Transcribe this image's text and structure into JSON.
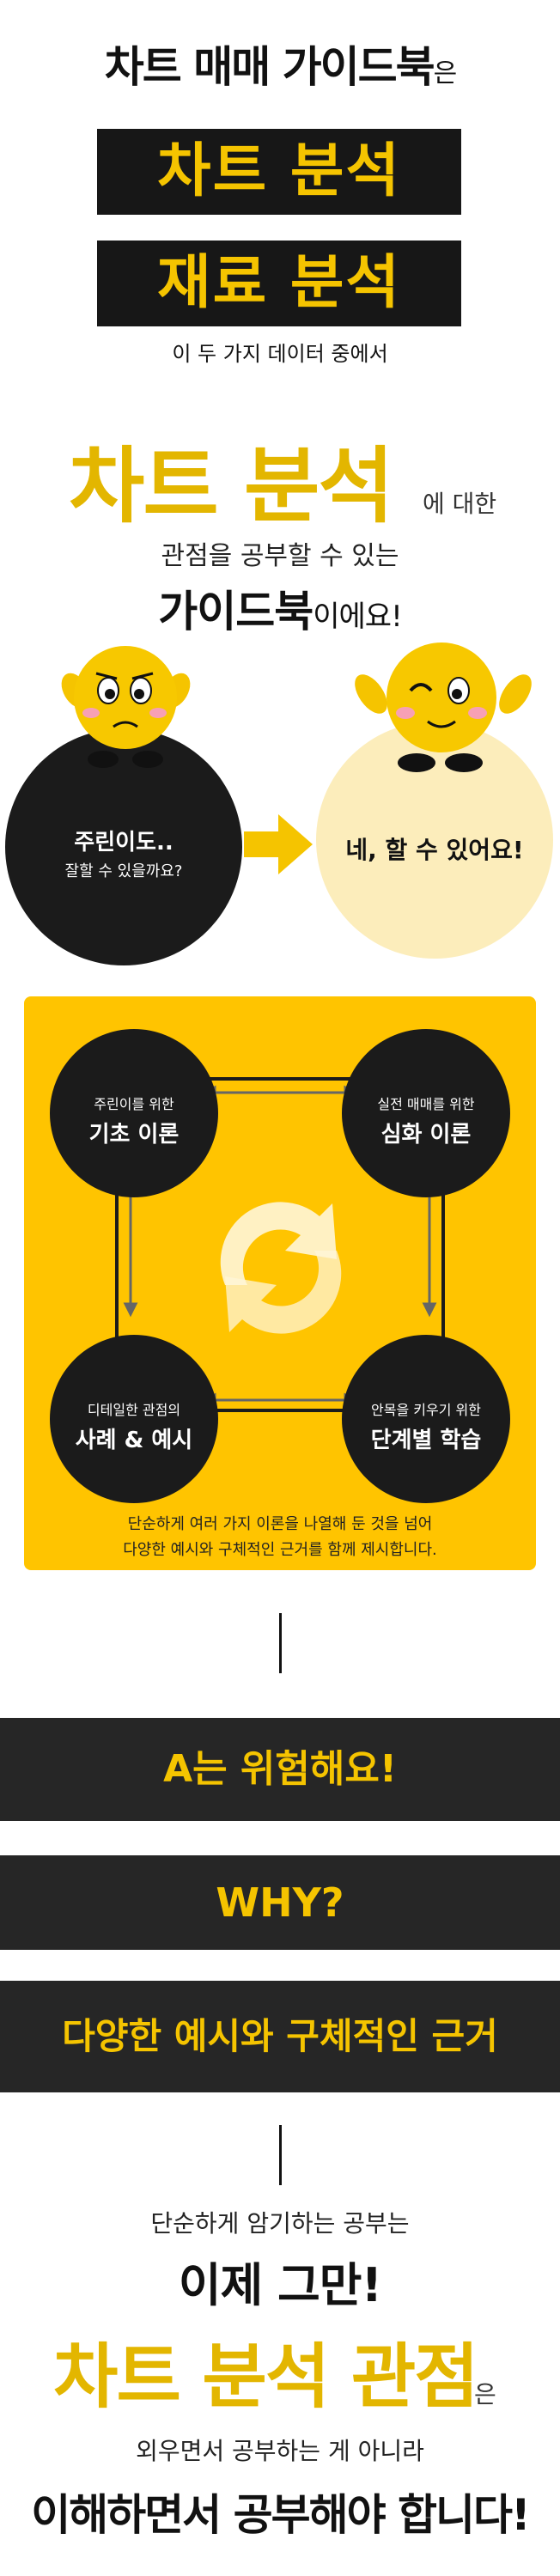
{
  "header": {
    "title_main": "차트 매매 가이드북",
    "title_suffix": "은",
    "box1": "차트 분석",
    "box2": "재료 분석",
    "subtitle": "이 두 가지 데이터 중에서"
  },
  "intro": {
    "big": "차트 분석",
    "big_suffix": "에 대한",
    "line2": "관점을 공부할 수 있는",
    "line3_main": "가이드북",
    "line3_suffix": "이에요!"
  },
  "characters": {
    "left_title": "주린이도..",
    "left_sub": "잘할 수 있을까요?",
    "right_title": "네, 할 수 있어요!"
  },
  "panel": {
    "node1_small": "주린이를 위한",
    "node1_big": "기초 이론",
    "node2_small": "실전 매매를 위한",
    "node2_big": "심화 이론",
    "node3_small": "디테일한 관점의",
    "node3_big": "사례 & 예시",
    "node4_small": "안목을 키우기 위한",
    "node4_big": "단계별 학습",
    "text1": "단순하게 여러 가지 이론을 나열해 둔 것을 넘어",
    "text2": "다양한 예시와 구체적인 근거를 함께 제시합니다."
  },
  "banners": {
    "b1": "A는 위험해요!",
    "b2": "WHY?",
    "b3": "다양한 예시와 구체적인 근거"
  },
  "closing": {
    "l1": "단순하게 암기하는 공부는",
    "l2": "이제 그만!",
    "l3": "차트 분석 관점",
    "l3_suffix": "은",
    "l4": "외우면서 공부하는 게 아니라",
    "l5": "이해하면서 공부해야 합니다!"
  },
  "colors": {
    "accent_yellow": "#f5c400",
    "panel_yellow": "#ffc400",
    "dark": "#1b1b1b",
    "light_cream": "#fcedbb"
  }
}
